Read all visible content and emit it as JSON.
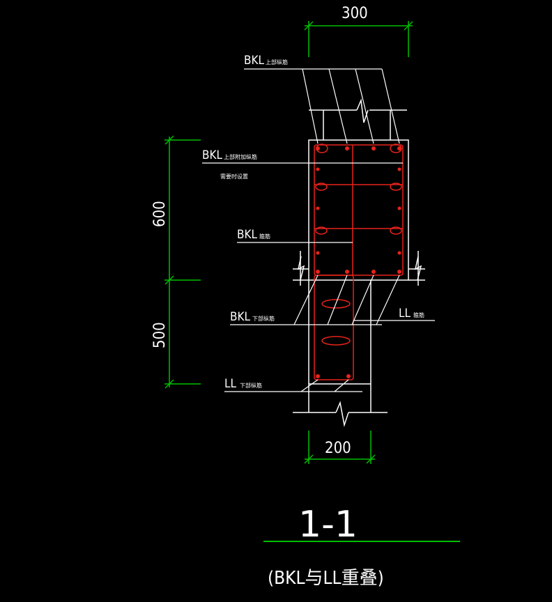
{
  "section": {
    "title": "1-1",
    "subtitle": "(BKL与LL重叠)"
  },
  "dimensions": {
    "top_width": "300",
    "bottom_width": "200",
    "upper_height": "600",
    "lower_height": "500"
  },
  "labels": {
    "bkl_top_main": {
      "code": "BKL",
      "desc": "上部纵筋"
    },
    "bkl_top_extra": {
      "code": "BKL",
      "desc": "上部附加纵筋",
      "note": "需要时设置"
    },
    "bkl_stirrup": {
      "code": "BKL",
      "desc": "箍筋"
    },
    "bkl_bottom": {
      "code": "BKL",
      "desc": "下部纵筋"
    },
    "ll_stirrup": {
      "code": "LL",
      "desc": "箍筋"
    },
    "ll_bottom": {
      "code": "LL",
      "desc": "下部纵筋"
    }
  },
  "colors": {
    "background": "#000000",
    "outline": "#ffffff",
    "rebar": "#e8231a",
    "dimension": "#00c000"
  }
}
